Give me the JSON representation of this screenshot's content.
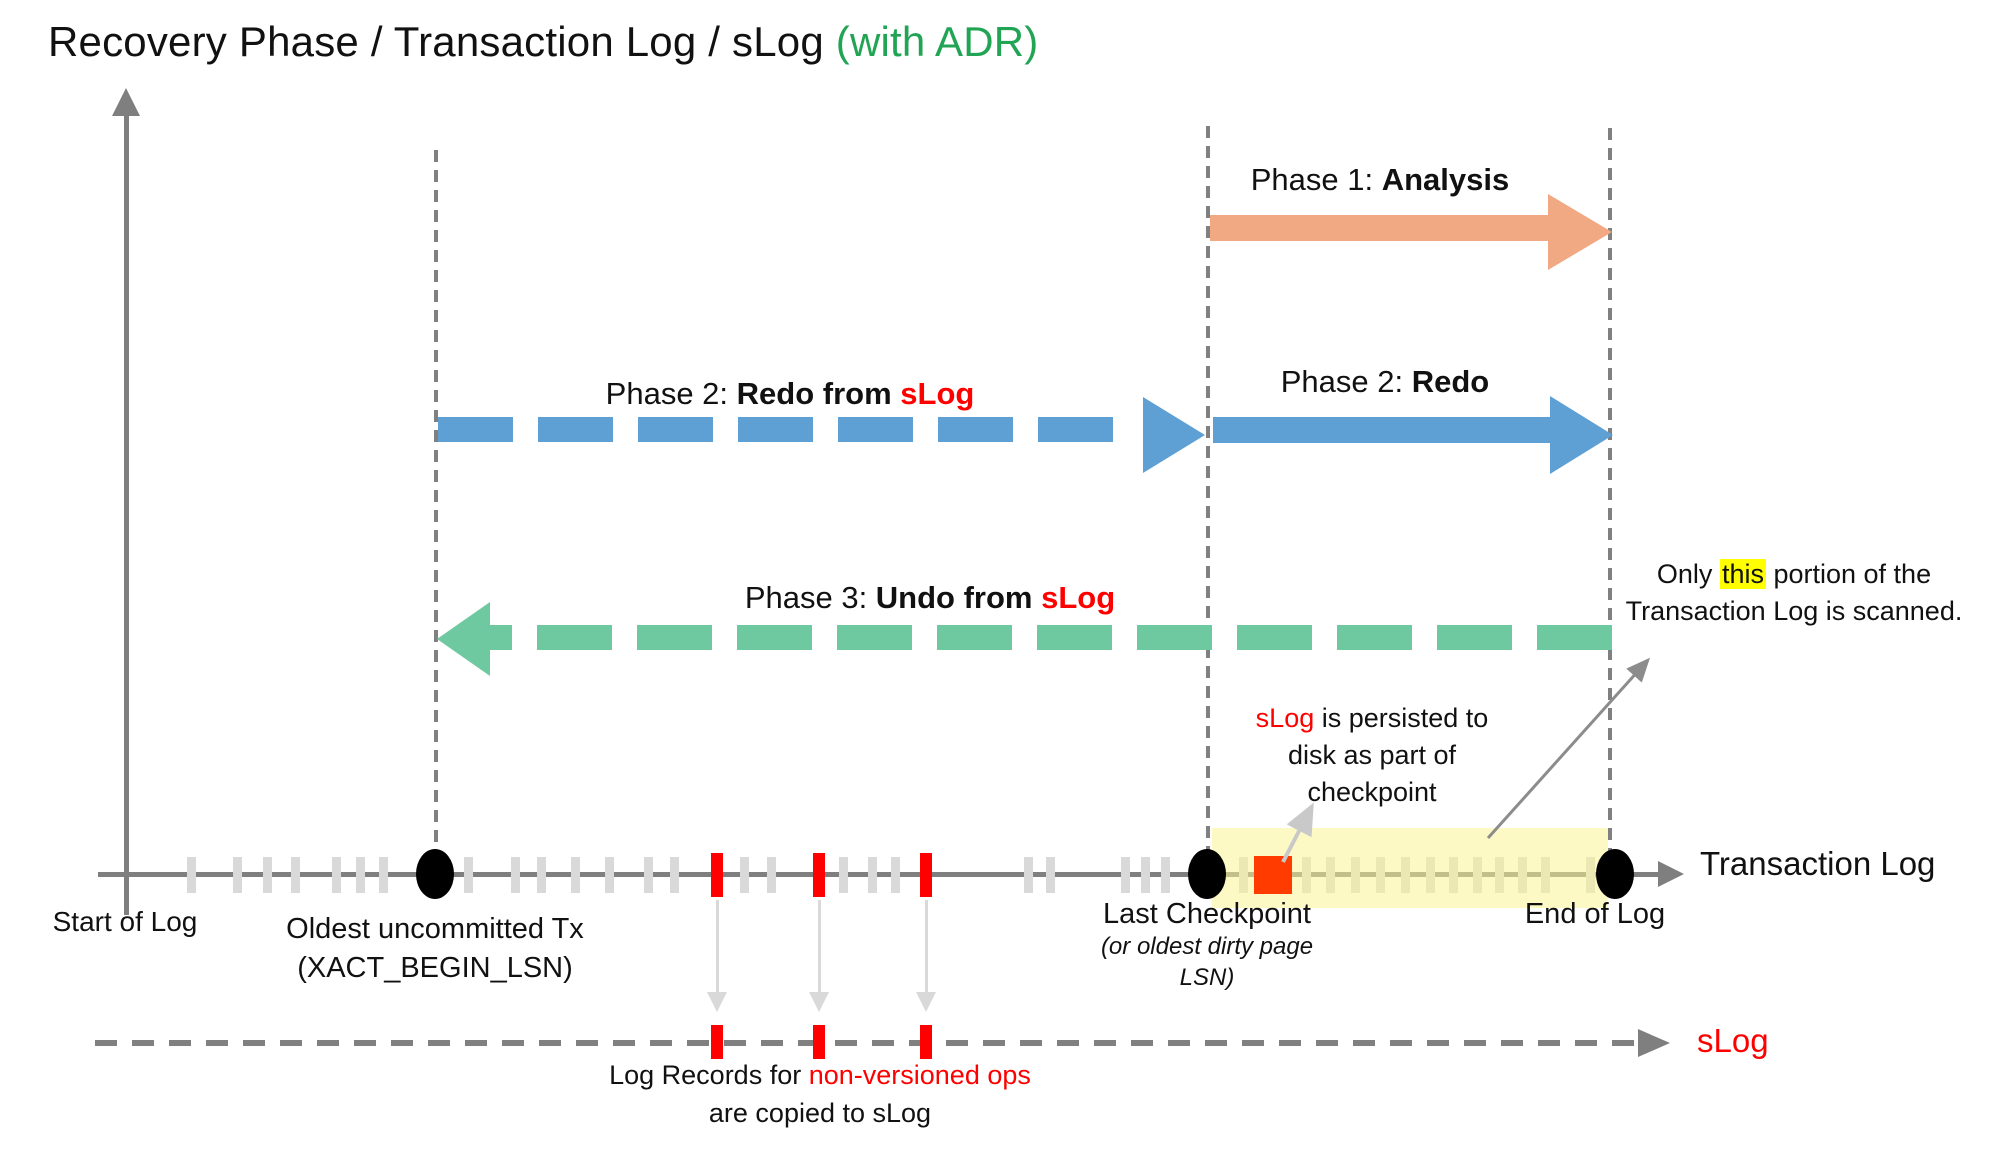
{
  "title": {
    "main": "Recovery Phase / Transaction Log / sLog ",
    "adr": "(with ADR)"
  },
  "arrows": {
    "phase1": {
      "prefix": "Phase 1: ",
      "name": "Analysis"
    },
    "phase2_slog": {
      "prefix": "Phase 2: ",
      "name": "Redo from ",
      "red": "sLog"
    },
    "phase2": {
      "prefix": "Phase 2: ",
      "name": "Redo"
    },
    "phase3": {
      "prefix": "Phase 3: ",
      "name": "Undo from ",
      "red": "sLog"
    }
  },
  "notes": {
    "scan": {
      "pre": "Only ",
      "highlight": "this",
      "post": " portion of the",
      "line2": "Transaction Log is scanned."
    },
    "persist": {
      "red": "sLog",
      "rest1": " is persisted to",
      "line2": "disk as part of",
      "line3": "checkpoint"
    },
    "copy": {
      "black1": "Log Records for ",
      "red1": "non-versioned ops",
      "line2": "are copied to sLog"
    }
  },
  "axis": {
    "start_of_log": "Start of Log",
    "oldest_tx": "Oldest uncommitted Tx",
    "oldest_tx_sub": "(XACT_BEGIN_LSN)",
    "last_checkpoint": "Last Checkpoint",
    "last_checkpoint_sub1": "(or oldest dirty page",
    "last_checkpoint_sub2": "LSN)",
    "end_of_log": "End of Log",
    "transaction_log": "Transaction Log",
    "slog": "sLog"
  },
  "colors": {
    "adr_green": "#22A455",
    "phase1_orange": "#F0A982",
    "phase2_blue": "#5E9FD4",
    "phase3_green": "#6EC9A1",
    "accent_red": "#FF0000",
    "checkpoint_square": "#FF3B00",
    "scan_band": "rgba(249,244,150,0.55)",
    "highlight_yellow": "#FFFF00",
    "axis_gray": "#7F7F7F",
    "tick_gray": "#D9D9D9"
  },
  "marks": {
    "gray_ticks": [
      191,
      237,
      267,
      295,
      336,
      360,
      383,
      468,
      515,
      541,
      575,
      609,
      648,
      674,
      744,
      771,
      843,
      872,
      895,
      1028,
      1050,
      1125,
      1145,
      1165,
      1243,
      1306,
      1330,
      1355,
      1380,
      1405,
      1430,
      1453,
      1477,
      1499,
      1522,
      1545,
      1590
    ],
    "red_ticks": [
      717,
      819,
      926
    ],
    "dots": [
      435,
      1207,
      1615
    ],
    "slog_red_ticks": [
      717,
      819,
      926
    ],
    "copy_arrows": [
      717,
      819,
      926
    ]
  }
}
